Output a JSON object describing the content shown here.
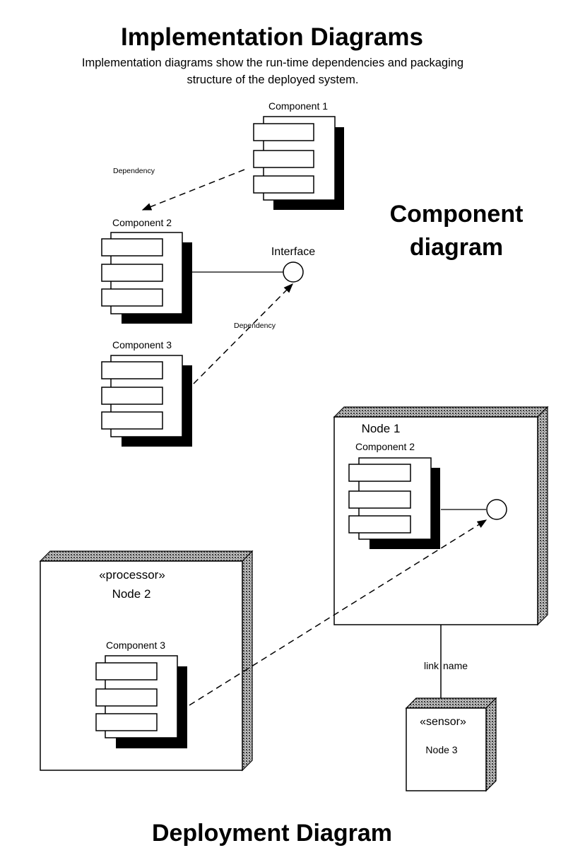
{
  "header": {
    "title": "Implementation  Diagrams",
    "subtitle_line1": "Implementation diagrams show the run-time dependencies and packaging",
    "subtitle_line2": "structure of the deployed system."
  },
  "component_diagram": {
    "heading_line1": "Component",
    "heading_line2": "diagram",
    "components": [
      {
        "id": "c1",
        "label": "Component 1"
      },
      {
        "id": "c2",
        "label": "Component 2"
      },
      {
        "id": "c3",
        "label": "Component 3"
      }
    ],
    "interface": {
      "label": "Interface"
    },
    "dependencies": [
      {
        "from": "Component 1",
        "to": "Component 2",
        "label": "Dependency"
      },
      {
        "from": "Component 3",
        "to": "Interface",
        "label": "Dependency"
      }
    ]
  },
  "deployment_diagram": {
    "heading": "Deployment Diagram",
    "nodes": [
      {
        "id": "n1",
        "stereotype": "",
        "label": "Node 1",
        "component": "Component 2"
      },
      {
        "id": "n2",
        "stereotype": "«processor»",
        "label": "Node 2",
        "component": "Component 3"
      },
      {
        "id": "n3",
        "stereotype": "«sensor»",
        "label": "Node 3",
        "component": ""
      }
    ],
    "link": {
      "from": "Node 1",
      "to": "Node 3",
      "label_part1": "link",
      "label_part2": "name"
    }
  },
  "colors": {
    "ink": "#000000",
    "paper": "#ffffff",
    "hatch": "#8a8a8a"
  }
}
